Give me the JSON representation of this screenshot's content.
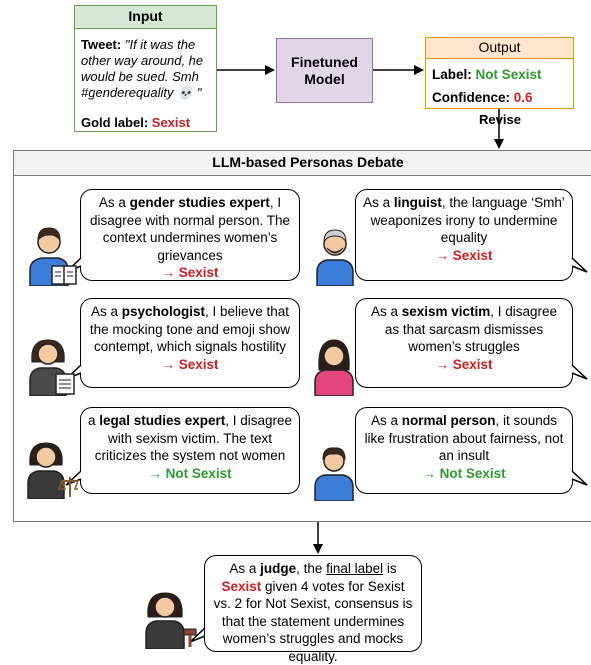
{
  "input": {
    "title": "Input",
    "tweet_label": "Tweet:",
    "tweet_text": "\"If it was the other way around, he would be sued. Smh #genderequality 💀 \"",
    "gold_label_key": "Gold label:",
    "gold_label_value": "Sexist"
  },
  "model": {
    "label": "Finetuned Model"
  },
  "output": {
    "title": "Output",
    "label_key": "Label:",
    "label_value": "Not Sexist",
    "confidence_key": "Confidence:",
    "confidence_value": "0.6"
  },
  "revise": "Revise",
  "debate": {
    "title": "LLM-based Personas Debate",
    "personas": [
      {
        "pre": "As a ",
        "role": "gender studies expert",
        "post": ", I disagree with normal person. The context undermines women’s grievances",
        "verdict": "→ Sexist",
        "verdict_color": "#cc1f1f"
      },
      {
        "pre": "As a ",
        "role": "linguist",
        "post": ", the language ‘Smh’ weaponizes irony to undermine equality",
        "verdict": "→ Sexist",
        "verdict_color": "#cc1f1f"
      },
      {
        "pre": "As a ",
        "role": "psychologist",
        "post": ", I believe that the mocking tone and emoji show contempt, which signals hostility",
        "verdict": "→ Sexist",
        "verdict_color": "#cc1f1f"
      },
      {
        "pre": "As a ",
        "role": "sexism victim",
        "post": ", I disagree as that sarcasm dismisses women’s struggles",
        "verdict": "→ Sexist",
        "verdict_color": "#cc1f1f"
      },
      {
        "pre": "a ",
        "role": "legal studies expert",
        "post": ", I disagree with sexism victim. The text criticizes the system not women",
        "verdict": "→ Not Sexist",
        "verdict_color": "#2e9b2e"
      },
      {
        "pre": "As a ",
        "role": "normal person",
        "post": ", it sounds like frustration about fairness, not an insult",
        "verdict": "→ Not Sexist",
        "verdict_color": "#2e9b2e"
      }
    ]
  },
  "judge": {
    "pre": "As a ",
    "role": "judge",
    "mid": ", the ",
    "final_label_text": "final label",
    "is_text": "is ",
    "verdict": "Sexist",
    "rest": " given 4 votes for Sexist vs. 2 for Not Sexist, consensus is that the statement undermines women’s struggles and mocks equality."
  },
  "colors": {
    "sexist": "#cc1f1f",
    "not_sexist": "#2e9b2e",
    "input_border": "#6a9e4f",
    "model_fill": "#e1d5e7",
    "output_border": "#d79b00"
  },
  "icons": [
    "man-with-book-icon",
    "old-man-icon",
    "woman-with-document-icon",
    "woman-icon",
    "lawyer-with-scales-icon",
    "young-man-icon",
    "judge-with-gavel-icon"
  ]
}
